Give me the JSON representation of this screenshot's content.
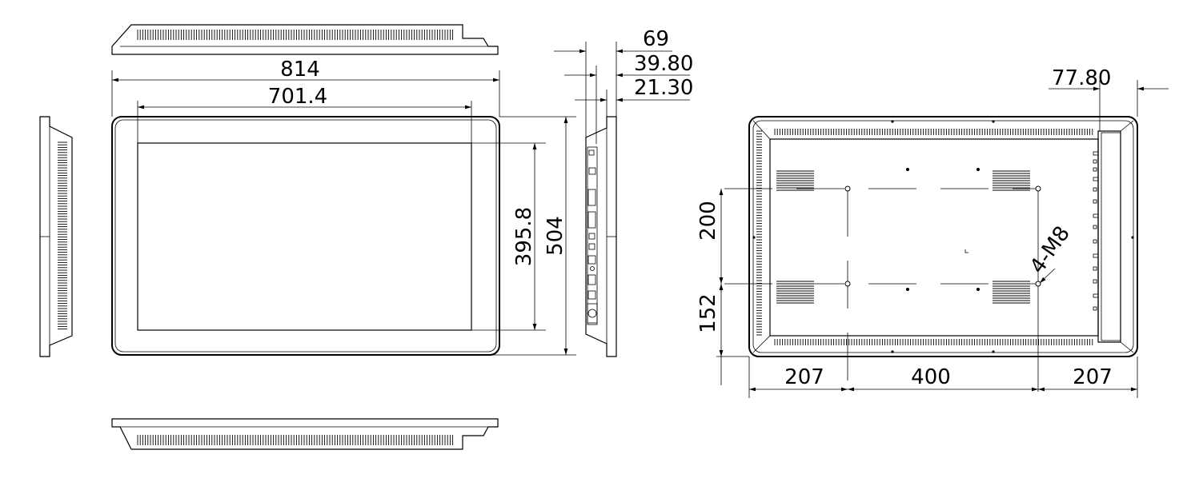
{
  "dimensions": {
    "overall_width": "814",
    "display_width": "701.4",
    "display_height": "395.8",
    "overall_height": "504",
    "depth_total": "69",
    "depth_mid": "39.80",
    "depth_front": "21.30",
    "rear_offset": "77.80",
    "vesa_vertical": "200",
    "bottom_to_hole": "152",
    "left_to_hole": "207",
    "vesa_horizontal": "400",
    "right_to_hole": "207",
    "mount_label": "4-M8"
  },
  "colors": {
    "line": "#000000",
    "background": "#ffffff"
  }
}
